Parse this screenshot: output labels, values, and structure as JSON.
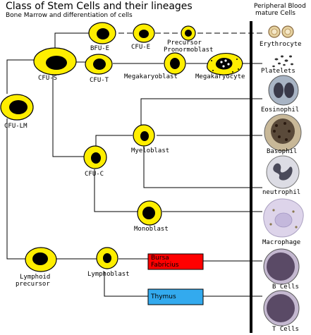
{
  "header": {
    "title": "Class of Stem Cells and their lineages",
    "subtitle": "Bone Marrow and differentiation of cells",
    "right_title_1": "Peripheral Blood",
    "right_title_2": "mature Cells"
  },
  "nodes": {
    "bfu_e": "BFU-E",
    "cfu_e": "CFU-E",
    "precursor_1": "Precursor",
    "precursor_2": "Pronormoblast",
    "cfu_s": "CFU-S",
    "cfu_t": "CFU-T",
    "megakaryoblast": "Megakaryoblast",
    "megakaryocyte": "Megakaryocyte",
    "cfu_lm": "CFU-LM",
    "myeloblast": "Myeloblast",
    "cfu_c": "CFU-C",
    "monoblast": "Monoblast",
    "lymphoid_1": "Lymphoid",
    "lymphoid_2": "precursor",
    "lymphoblast": "Lymphoblast"
  },
  "organs": {
    "bursa_1": "Bursa",
    "bursa_2": "Fabricius",
    "thymus": "Thymus"
  },
  "mature": {
    "erythrocyte": "Erythrocyte",
    "platelets": "Platelets",
    "eosinophil": "Eosinophil",
    "basophil": "Basophil",
    "neutrophil": "neutrophil",
    "macrophage": "Macrophage",
    "b_cells": "B Cells",
    "t_cells": "T Cells"
  },
  "colors": {
    "cell_fill": "#ffee00",
    "nucleus": "#000000",
    "bursa": "#ff0000",
    "thymus": "#33aaee",
    "eosinophil": "#7a8aa0",
    "basophil": "#9a8a70",
    "neutrophil": "#555566",
    "macrophage": "#c8bedc",
    "lymph": "#5a4a66"
  }
}
